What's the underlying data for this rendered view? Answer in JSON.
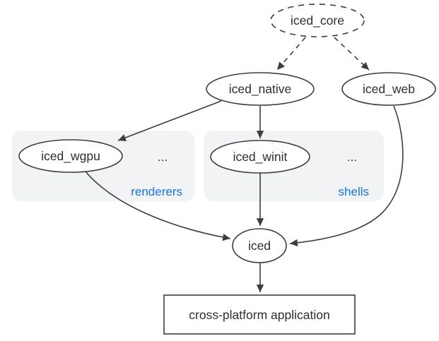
{
  "diagram": {
    "description": "Dependency graph of the iced GUI crate ecosystem",
    "nodes": {
      "iced_core": {
        "label": "iced_core",
        "shape": "ellipse",
        "border": "dashed"
      },
      "iced_native": {
        "label": "iced_native",
        "shape": "ellipse",
        "border": "solid"
      },
      "iced_web": {
        "label": "iced_web",
        "shape": "ellipse",
        "border": "solid"
      },
      "iced_wgpu": {
        "label": "iced_wgpu",
        "shape": "ellipse",
        "border": "solid"
      },
      "iced_winit": {
        "label": "iced_winit",
        "shape": "ellipse",
        "border": "solid"
      },
      "iced": {
        "label": "iced",
        "shape": "ellipse",
        "border": "solid"
      },
      "app": {
        "label": "cross-platform application",
        "shape": "rectangle",
        "border": "solid"
      }
    },
    "groups": {
      "renderers": {
        "label": "renderers",
        "ellipsis": "...",
        "contains": [
          "iced_wgpu"
        ]
      },
      "shells": {
        "label": "shells",
        "ellipsis": "...",
        "contains": [
          "iced_winit"
        ]
      }
    },
    "edges": [
      {
        "from": "iced_core",
        "to": "iced_native",
        "style": "dashed"
      },
      {
        "from": "iced_core",
        "to": "iced_web",
        "style": "dashed"
      },
      {
        "from": "iced_native",
        "to": "iced_wgpu",
        "style": "solid"
      },
      {
        "from": "iced_native",
        "to": "iced_winit",
        "style": "solid"
      },
      {
        "from": "iced_wgpu",
        "to": "iced",
        "style": "solid"
      },
      {
        "from": "iced_winit",
        "to": "iced",
        "style": "solid"
      },
      {
        "from": "iced_web",
        "to": "iced",
        "style": "solid"
      },
      {
        "from": "iced",
        "to": "app",
        "style": "solid"
      }
    ],
    "colors": {
      "background": "#ffffff",
      "edge_stroke": "#3d3d3d",
      "node_stroke": "#3d3d3d",
      "node_fill": "#ffffff",
      "text": "#2e2e2e",
      "group_box": "#f1f3f5",
      "group_label": "#1a73e8"
    }
  }
}
